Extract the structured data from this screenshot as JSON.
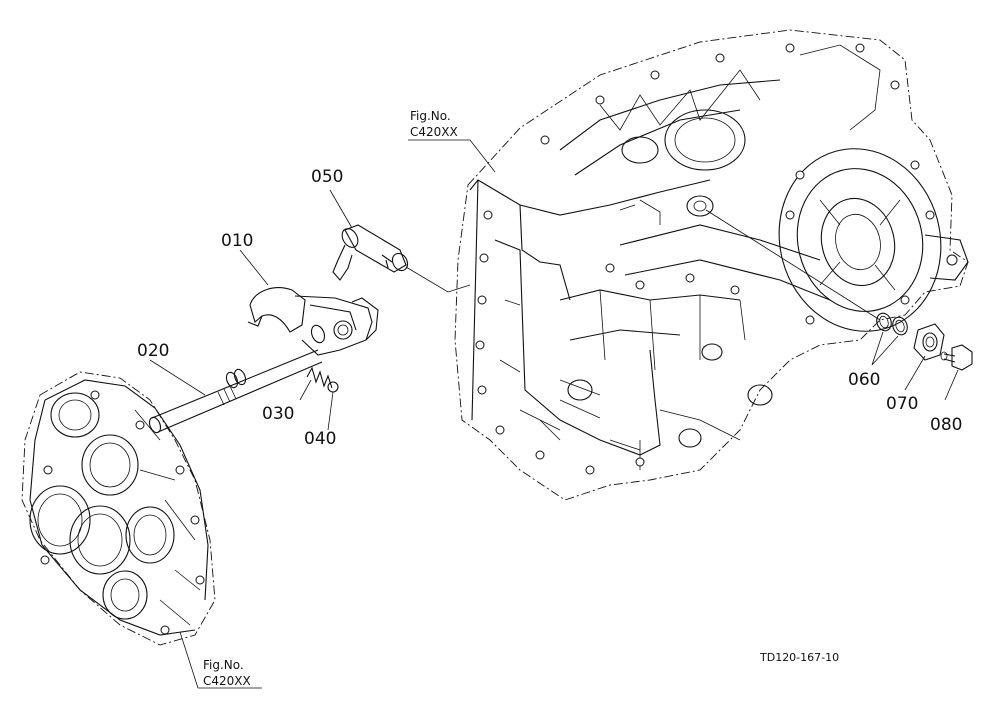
{
  "parts": {
    "p010": "010",
    "p020": "020",
    "p030": "030",
    "p040": "040",
    "p050": "050",
    "p060": "060",
    "p070": "070",
    "p080": "080"
  },
  "fig_refs": {
    "upper": {
      "line1": "Fig.No.",
      "line2": "C420XX"
    },
    "lower": {
      "line1": "Fig.No.",
      "line2": "C420XX"
    }
  },
  "drawing_code": "TD120-167-10"
}
